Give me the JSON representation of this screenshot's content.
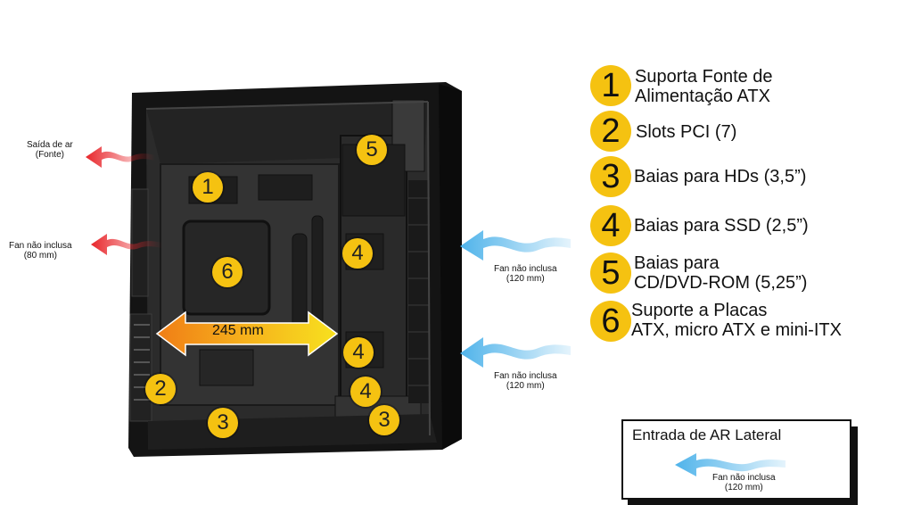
{
  "left_labels": {
    "exhaust": [
      "Saída de ar",
      "(Fonte)"
    ],
    "rear_fan": [
      "Fan não inclusa",
      "(80 mm)"
    ]
  },
  "right_labels": {
    "front_fan_1": [
      "Fan não inclusa",
      "(120 mm)"
    ],
    "front_fan_2": [
      "Fan não inclusa",
      "(120 mm)"
    ]
  },
  "markers": {
    "m1": "1",
    "m2": "2",
    "m3a": "3",
    "m3b": "3",
    "m4a": "4",
    "m4b": "4",
    "m4c": "4",
    "m5": "5",
    "m6": "6"
  },
  "measure": "245 mm",
  "legend": [
    {
      "num": "1",
      "lines": [
        "Suporta Fonte de",
        "Alimentação ATX"
      ]
    },
    {
      "num": "2",
      "lines": [
        "Slots PCI (7)"
      ]
    },
    {
      "num": "3",
      "lines": [
        "Baias para HDs (3,5”)"
      ]
    },
    {
      "num": "4",
      "lines": [
        "Baias para SSD (2,5”)"
      ]
    },
    {
      "num": "5",
      "lines": [
        "Baias para",
        "CD/DVD-ROM (5,25”)"
      ]
    },
    {
      "num": "6",
      "lines": [
        "Suporte a Placas",
        "ATX, micro ATX e mini-ITX"
      ]
    }
  ],
  "inset": {
    "title": "Entrada de AR Lateral",
    "fan": [
      "Fan não inclusa",
      "(120 mm)"
    ]
  },
  "colors": {
    "marker": "#f5c211",
    "exhaust_arrow": "#e8262b",
    "intake_arrow": "#4fb3ea",
    "case_dark": "#1c1c1c"
  }
}
